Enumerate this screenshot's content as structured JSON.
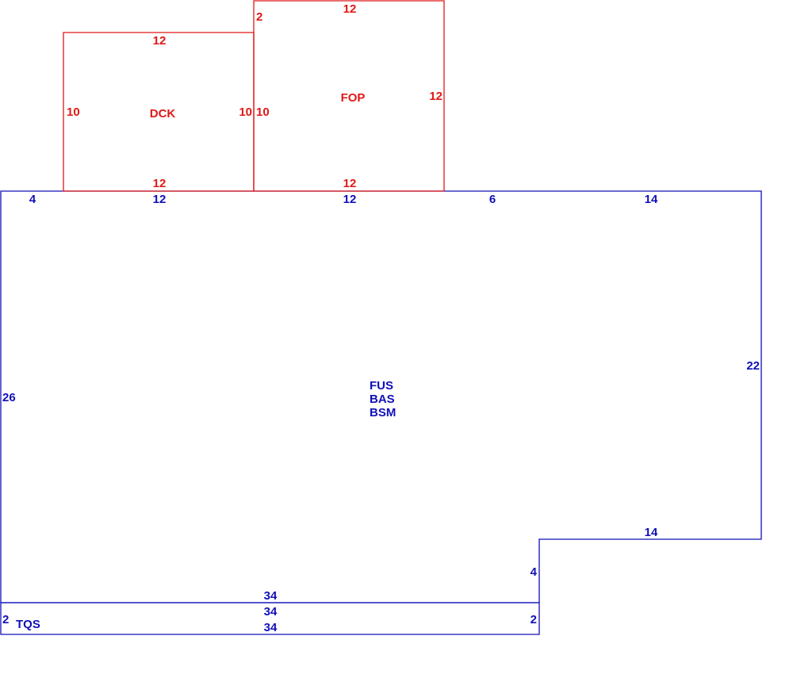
{
  "colors": {
    "main": "#1010b8",
    "addition": "#e01818",
    "background": "#ffffff"
  },
  "areas": {
    "deck": {
      "code": "DCK",
      "dims": {
        "top": "12",
        "bottom": "12",
        "left": "10",
        "right": "10"
      }
    },
    "porch": {
      "code": "FOP",
      "dims": {
        "top": "12",
        "bottom": "12",
        "left_short": "2",
        "left": "10",
        "right": "12"
      }
    },
    "main": {
      "codes": [
        "FUS",
        "BAS",
        "BSM"
      ],
      "dims": {
        "top_left": "4",
        "top_deck": "12",
        "top_porch": "12",
        "top_mid": "6",
        "top_right": "14",
        "left": "26",
        "right": "22",
        "step_top": "14",
        "step_side": "4",
        "bottom": "34"
      }
    },
    "strip": {
      "code": "TQS",
      "dims": {
        "top": "34",
        "bottom": "34",
        "left": "2",
        "right": "2"
      }
    }
  }
}
